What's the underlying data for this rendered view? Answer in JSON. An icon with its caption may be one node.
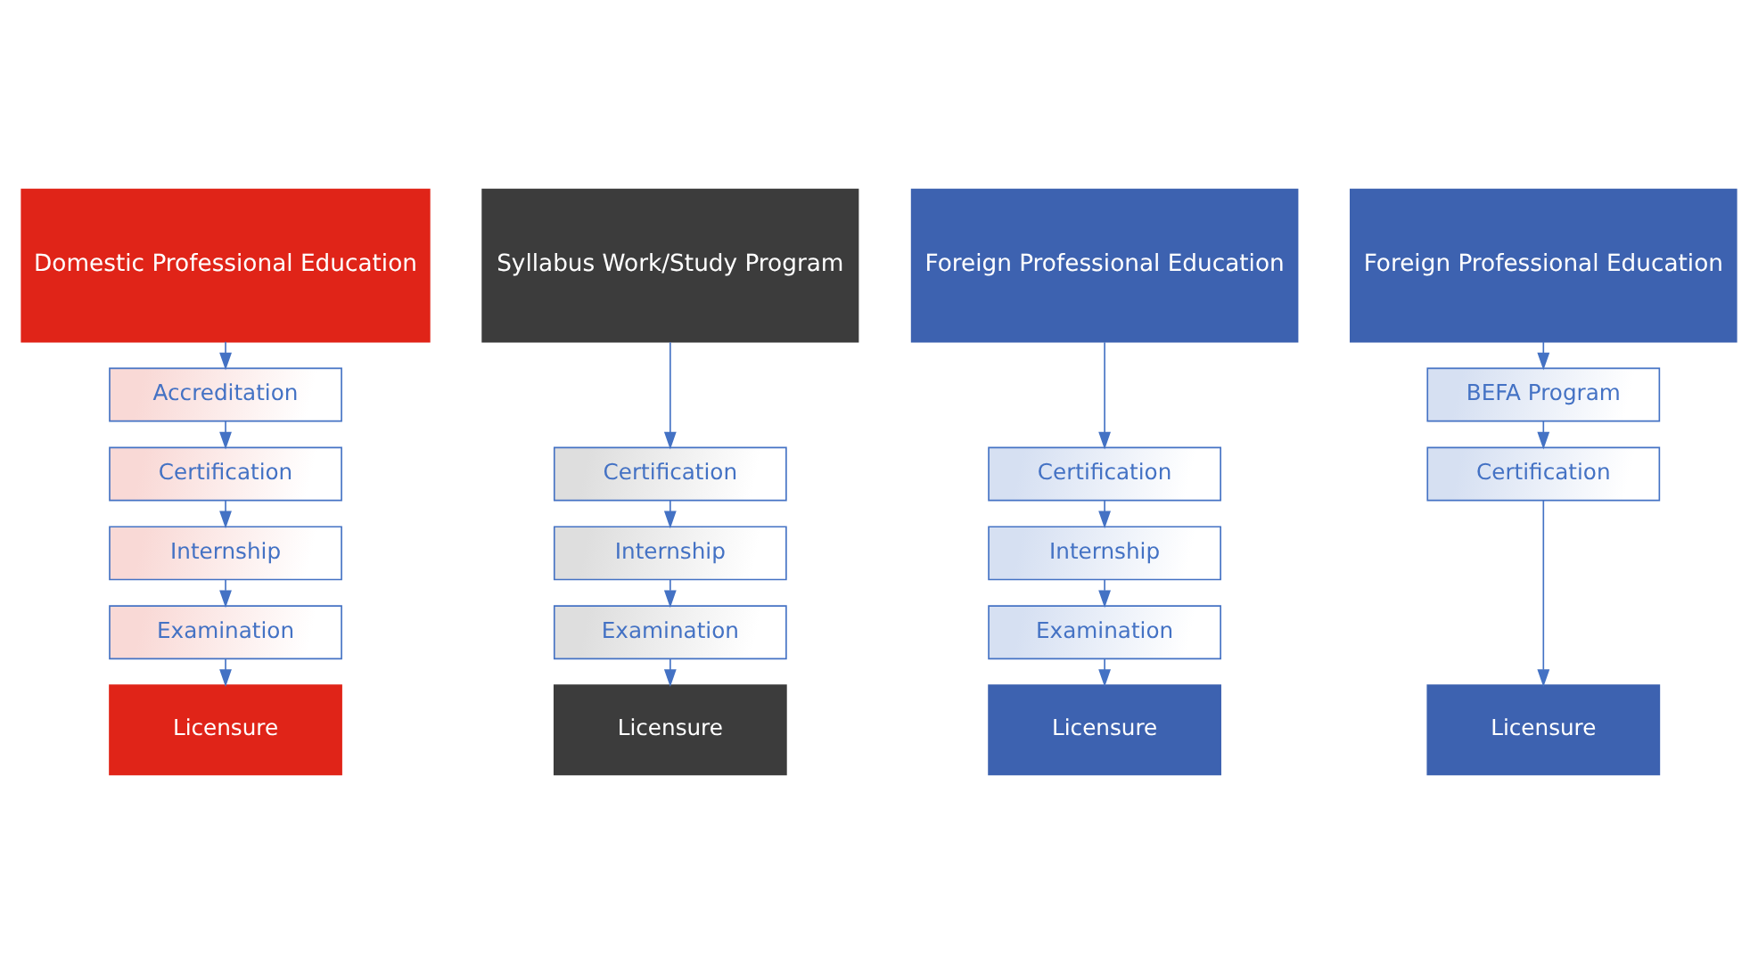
{
  "diagram": {
    "nodes": [
      {
        "text": [
          "Domestic Professional Education"
        ]
      },
      {
        "text": [
          "Accreditation"
        ]
      },
      {
        "text": [
          "Certification"
        ]
      },
      {
        "text": [
          "Internship"
        ]
      },
      {
        "text": [
          "Examination"
        ]
      },
      {
        "text": [
          "Licensure"
        ]
      },
      {
        "text": [
          "Syllabus Work/Study Program"
        ]
      },
      {
        "text": [
          "Certification"
        ]
      },
      {
        "text": [
          "Internship"
        ]
      },
      {
        "text": [
          "Examination"
        ]
      },
      {
        "text": [
          "Licensure"
        ]
      },
      {
        "text": [
          "Foreign Professional Education"
        ]
      },
      {
        "text": [
          "Certification"
        ]
      },
      {
        "text": [
          "Internship"
        ]
      },
      {
        "text": [
          "Examination"
        ]
      },
      {
        "text": [
          "Licensure"
        ]
      },
      {
        "text": [
          "Foreign Professional Education"
        ]
      },
      {
        "text": [
          "BEFA Program"
        ]
      },
      {
        "text": [
          "Certification"
        ]
      },
      {
        "text": [
          "Licensure"
        ]
      }
    ],
    "edges": [
      {
        "from": 0,
        "to": 1,
        "arrow": "to"
      },
      {
        "from": 1,
        "to": 2,
        "arrow": "to"
      },
      {
        "from": 2,
        "to": 3,
        "arrow": "to"
      },
      {
        "from": 3,
        "to": 4,
        "arrow": "to"
      },
      {
        "from": 4,
        "to": 5,
        "arrow": "to"
      },
      {
        "from": 6,
        "to": 7,
        "arrow": "to"
      },
      {
        "from": 7,
        "to": 8,
        "arrow": "to"
      },
      {
        "from": 8,
        "to": 9,
        "arrow": "to"
      },
      {
        "from": 9,
        "to": 10,
        "arrow": "to"
      },
      {
        "from": 11,
        "to": 12,
        "arrow": "to"
      },
      {
        "from": 12,
        "to": 13,
        "arrow": "to"
      },
      {
        "from": 13,
        "to": 14,
        "arrow": "to"
      },
      {
        "from": 14,
        "to": 15,
        "arrow": "to"
      },
      {
        "from": 16,
        "to": 17,
        "arrow": "to"
      },
      {
        "from": 17,
        "to": 18,
        "arrow": "to"
      },
      {
        "from": 18,
        "to": 19,
        "arrow": "to"
      }
    ]
  }
}
